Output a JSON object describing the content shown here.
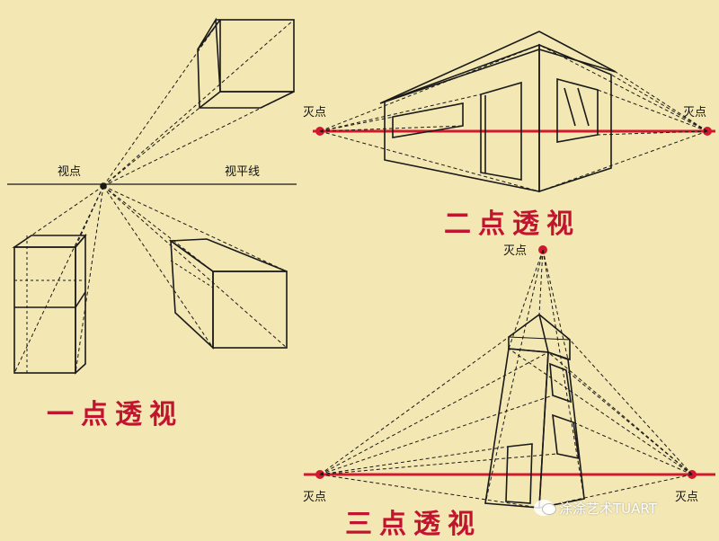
{
  "labels": {
    "view_point": "视点",
    "horizon_line": "视平线",
    "vanishing_point": "灭点"
  },
  "titles": {
    "one_point": "一点透视",
    "two_point": "二点透视",
    "three_point": "三点透视"
  },
  "watermark": {
    "text": "涂涂艺术TUART",
    "icon": "wechat-logo-icon"
  },
  "colors": {
    "background": "#f3e7b3",
    "line": "#1a1a1a",
    "accent": "#d0192f"
  }
}
